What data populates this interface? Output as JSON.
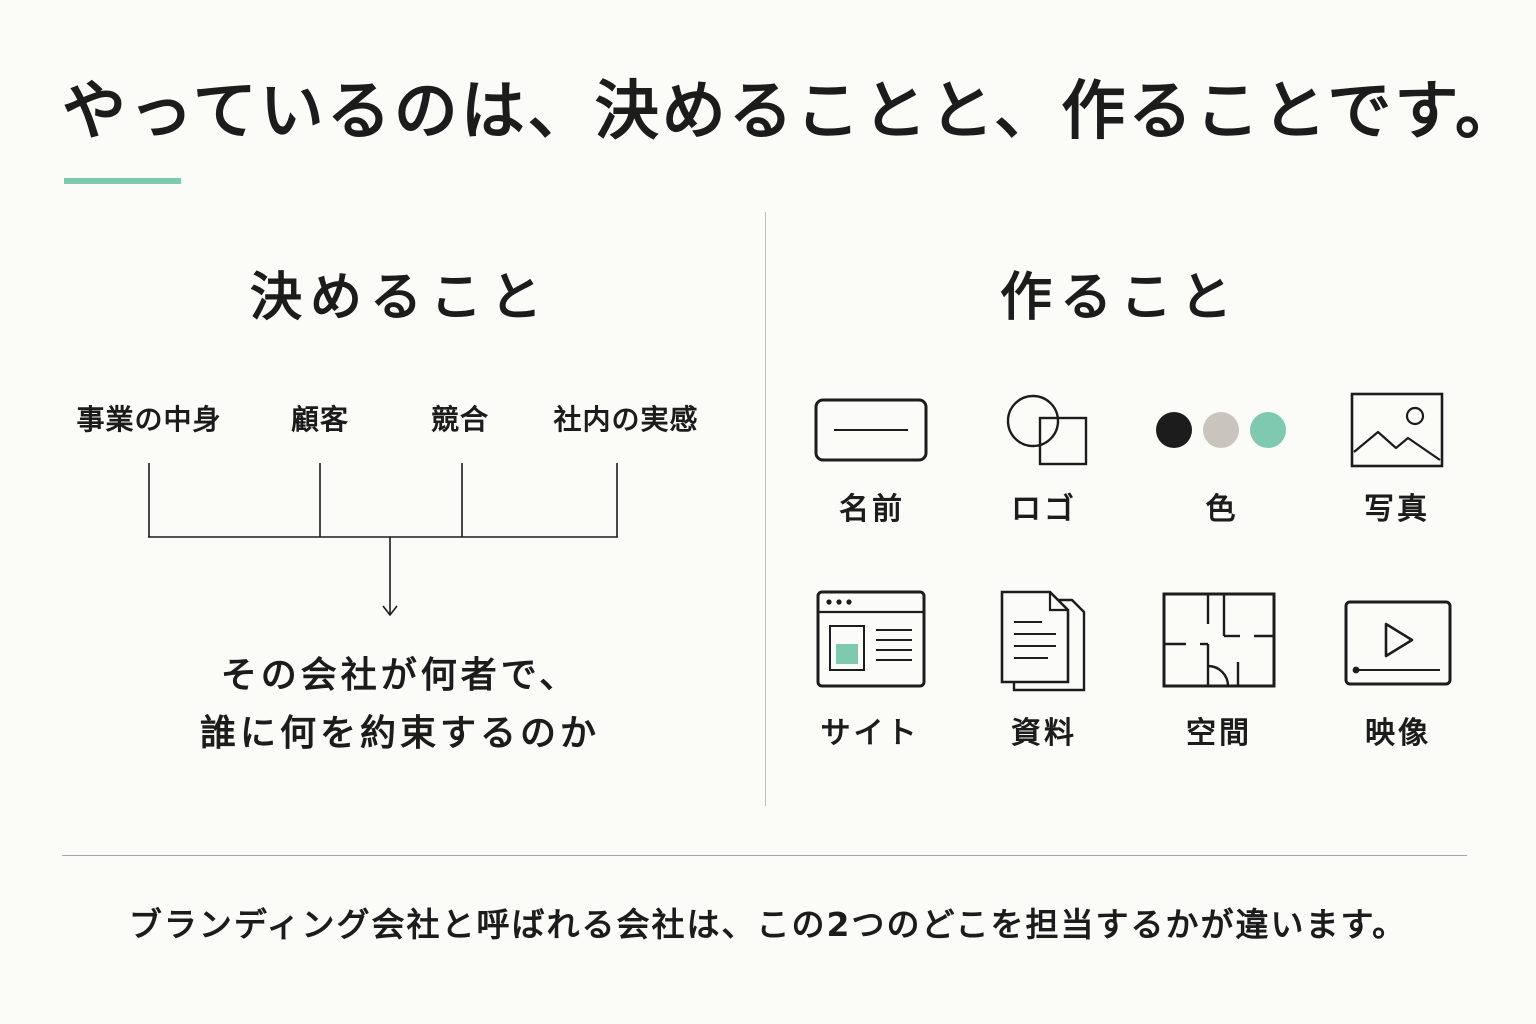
{
  "title": "やっているのは、決めることと、作ることです。",
  "colors": {
    "accent": "#7fc9b1",
    "ink": "#1c1c1c",
    "gray_dot": "#c9c5be",
    "background": "#fbfbf8"
  },
  "left": {
    "heading": "決めること",
    "inputs": [
      "事業の中身",
      "顧客",
      "競合",
      "社内の実感"
    ],
    "outcome_line1": "その会社が何者で、",
    "outcome_line2": "誰に何を約束するのか"
  },
  "right": {
    "heading": "作ること",
    "items": [
      {
        "label": "名前",
        "icon": "name-card-icon"
      },
      {
        "label": "ロゴ",
        "icon": "logo-shapes-icon"
      },
      {
        "label": "色",
        "icon": "color-dots-icon"
      },
      {
        "label": "写真",
        "icon": "photo-icon"
      },
      {
        "label": "サイト",
        "icon": "website-icon"
      },
      {
        "label": "資料",
        "icon": "document-icon"
      },
      {
        "label": "空間",
        "icon": "floor-plan-icon"
      },
      {
        "label": "映像",
        "icon": "video-icon"
      }
    ]
  },
  "footer": "ブランディング会社と呼ばれる会社は、この2つのどこを担当するかが違います。"
}
